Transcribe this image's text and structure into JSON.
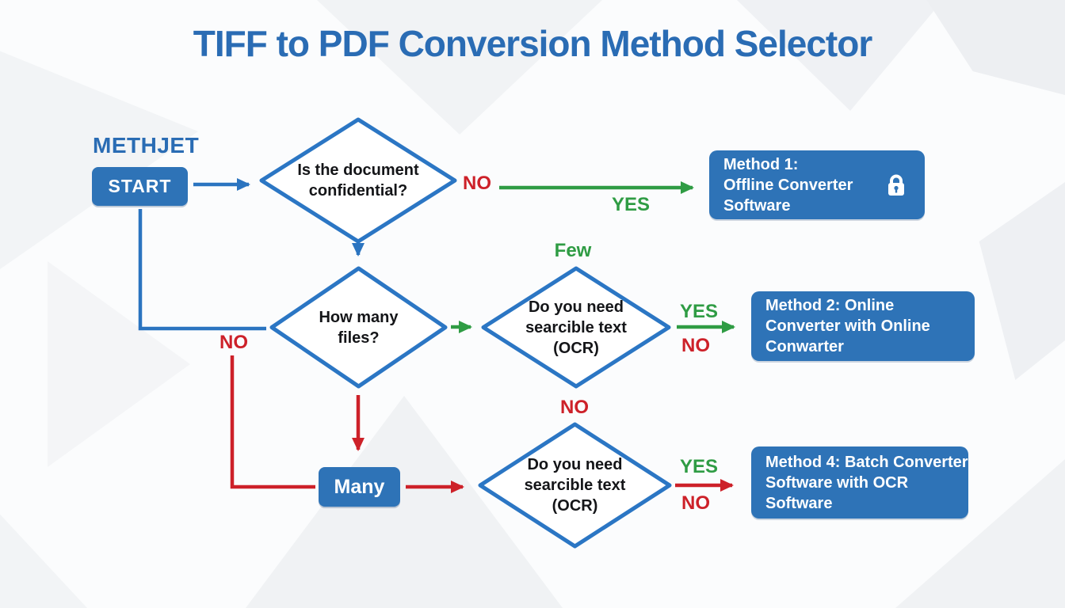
{
  "title": "TIFF to PDF Conversion Method Selector",
  "header_label": "METHJET",
  "nodes": {
    "start": "START",
    "decision_confidential": "Is the document\nconfidential?",
    "decision_how_many": "How many\nfiles?",
    "decision_ocr_few": "Do you need\nsearcible text\n(OCR)",
    "decision_ocr_many": "Do you need\nsearcible text\n(OCR)",
    "many": "Many",
    "method1": "Method 1:\nOffline Converter\nSoftware",
    "method2": "Method 2: Online\nConverter with Online\nConwarter",
    "method4": "Method 4: Batch Converter\nSoftware with OCR\nSoftware"
  },
  "edge_labels": {
    "confidential_no": "NO",
    "confidential_yes": "YES",
    "files_few": "Few",
    "files_no": "NO",
    "ocr_few_yes": "YES",
    "ocr_few_no": "NO",
    "ocr_many_entry_no": "NO",
    "ocr_many_yes": "YES",
    "ocr_many_no": "NO"
  },
  "icons": {
    "method1_badge": "lock-icon"
  },
  "colors": {
    "node_blue": "#2e73b7",
    "line_blue": "#2b74c0",
    "green": "#2f9c44",
    "red": "#cd2129",
    "title_blue": "#2a6cb4",
    "diamond_stroke": "#2b76c4"
  }
}
